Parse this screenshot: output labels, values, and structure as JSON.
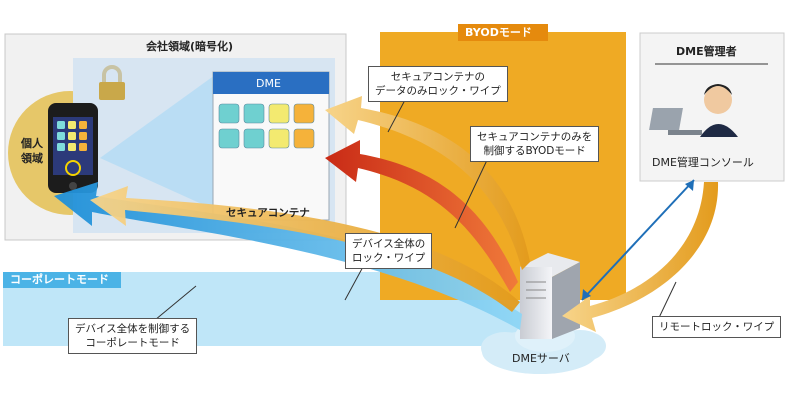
{
  "company_area": {
    "title": "会社領域(暗号化)"
  },
  "personal_area": {
    "line1": "個人",
    "line2": "領域"
  },
  "dme_window": {
    "title": "DME",
    "caption": "セキュアコンテナ"
  },
  "byod_mode": {
    "label": "BYODモード"
  },
  "corporate_mode": {
    "label": "コーポレートモード"
  },
  "admin": {
    "title": "DME管理者",
    "console": "DME管理コンソール"
  },
  "server": {
    "label": "DMEサーバ"
  },
  "callouts": {
    "secure_wipe": {
      "line1": "セキュアコンテナの",
      "line2": "データのみロック・ワイプ"
    },
    "byod_control": {
      "line1": "セキュアコンテナのみを",
      "line2": "制御するBYODモード"
    },
    "device_wipe": {
      "line1": "デバイス全体の",
      "line2": "ロック・ワイプ"
    },
    "corporate_control": {
      "line1": "デバイス全体を制御する",
      "line2": "コーポレートモード"
    },
    "remote": {
      "line1": "リモートロック・ワイプ"
    }
  },
  "colors": {
    "byod_orange": "#e8a51a",
    "corporate_blue": "#6ec8ee",
    "arrow_blue": "#2a9fe0",
    "arrow_red": "#d8381e",
    "arrow_orange": "#f0b23a"
  }
}
